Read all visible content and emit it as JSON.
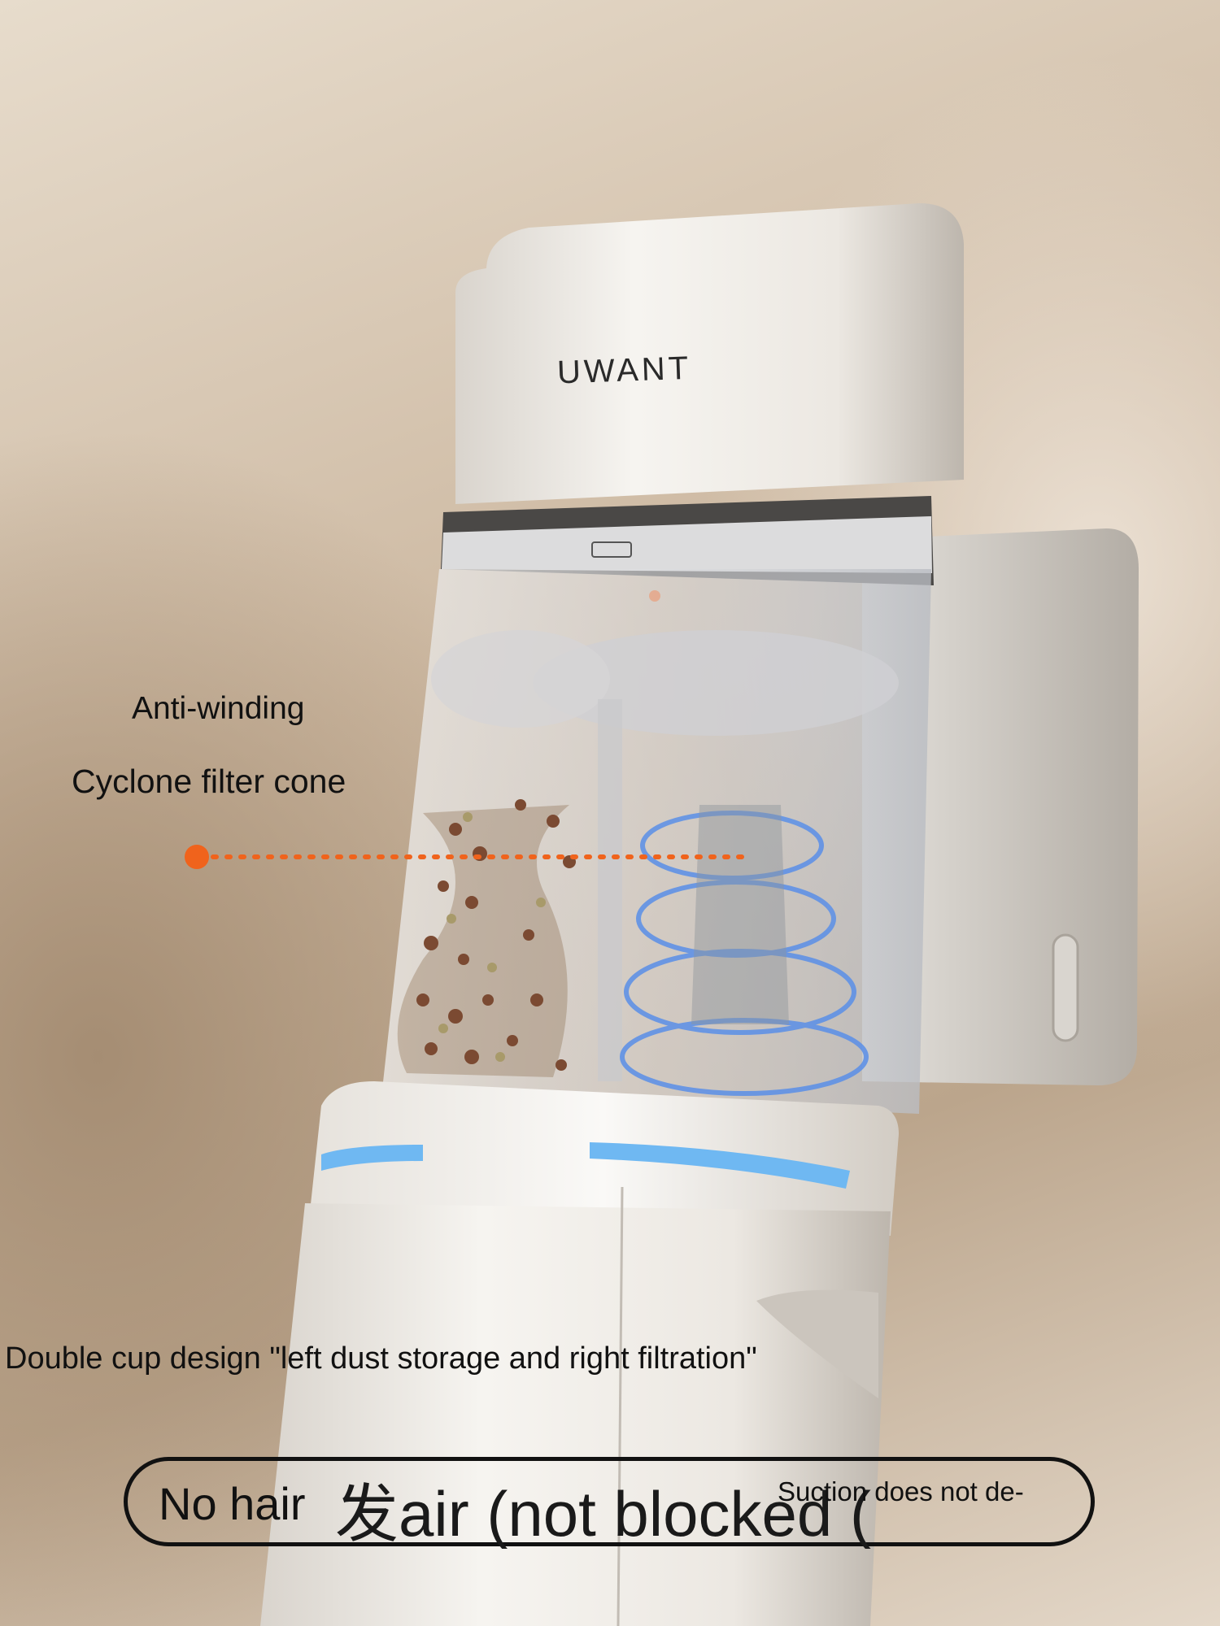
{
  "image": {
    "brand_logo": "UWANT",
    "description_labels": {
      "anti_winding": "Anti-winding",
      "cyclone": "Cyclone filter cone",
      "double_cup": "Double cup design \"left dust storage and right filtration\""
    },
    "pill": {
      "left_text": "No hair",
      "center_text": "发air (not blocked (",
      "right_text": "Suction does not de-"
    },
    "colors": {
      "accent_orange": "#f0631c",
      "light_blue": "#6fb8f2",
      "body_white": "#f2efea"
    }
  }
}
